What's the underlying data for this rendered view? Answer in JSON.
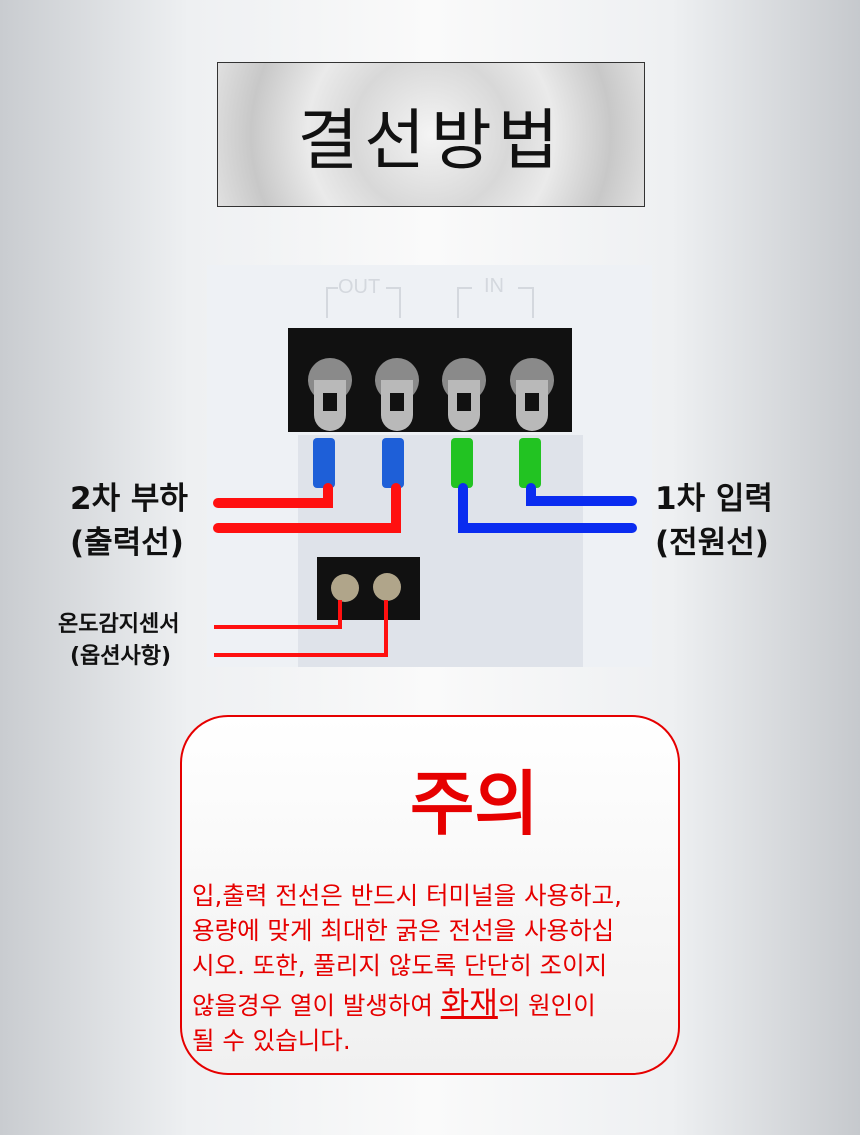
{
  "title": "결선방법",
  "diagram": {
    "panel_labels": {
      "out": "OUT",
      "in": "IN"
    },
    "wire_colors": {
      "output": "#ff1010",
      "input": "#0a2cf0",
      "sensor": "#ff1010"
    },
    "terminal_colors": {
      "output_sleeve": "#1e5fd8",
      "input_sleeve": "#22c322"
    },
    "labels": {
      "output_line1": "2차 부하",
      "output_line2": "(출력선)",
      "input_line1": "1차 입력",
      "input_line2": "(전원선)",
      "sensor_line1": "온도감지센서",
      "sensor_line2": "(옵션사항)"
    }
  },
  "warning": {
    "icon": "warning-triangle-icon",
    "heading": "주의",
    "line1": "입,출력 전선은 반드시 터미널을 사용하고,",
    "line2": "용량에 맞게 최대한 굵은 전선을 사용하십",
    "line3": "시오. 또한, 풀리지 않도록 단단히 조이지",
    "line4_a": "않을경우 열이 발생하여 ",
    "line4_emph": "화재",
    "line4_b": "의 원인이",
    "line5": "될 수 있습니다.",
    "accent": "#e60000"
  }
}
